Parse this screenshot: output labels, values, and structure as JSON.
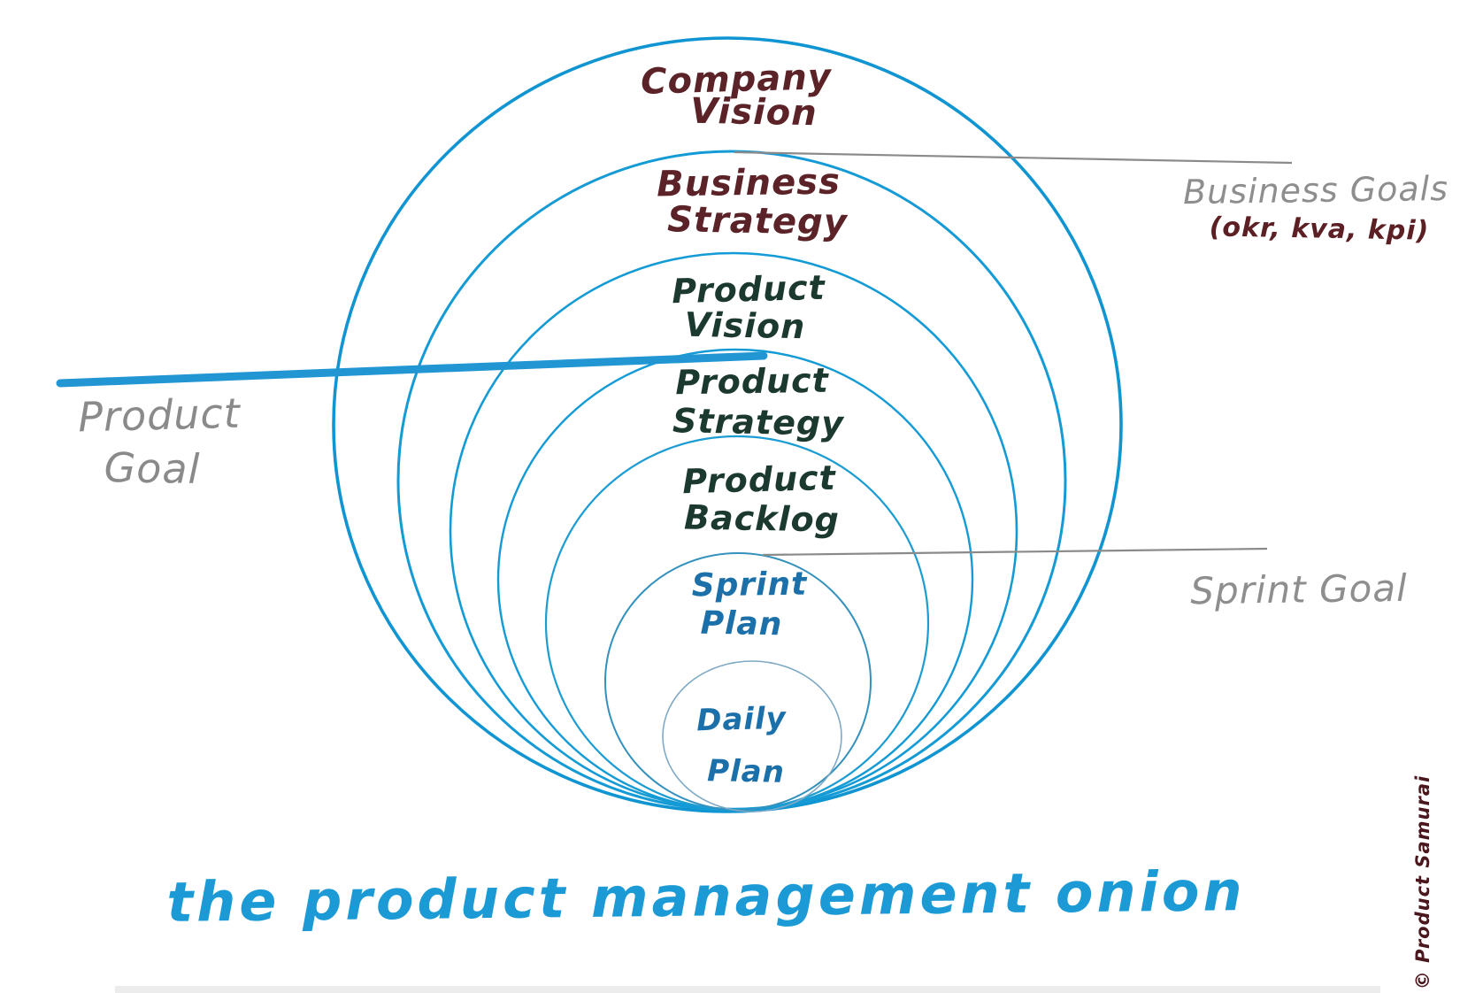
{
  "onion": {
    "rings": [
      {
        "name": "company-vision",
        "line1": "Company",
        "line2": "Vision",
        "text_color": "#5b2228"
      },
      {
        "name": "business-strategy",
        "line1": "Business",
        "line2": "Strategy",
        "text_color": "#5b2228"
      },
      {
        "name": "product-vision",
        "line1": "Product",
        "line2": "Vision",
        "text_color": "#1b392f"
      },
      {
        "name": "product-strategy",
        "line1": "Product",
        "line2": "Strategy",
        "text_color": "#1b392f"
      },
      {
        "name": "product-backlog",
        "line1": "Product",
        "line2": "Backlog",
        "text_color": "#1b392f"
      },
      {
        "name": "sprint-plan",
        "line1": "Sprint",
        "line2": "Plan",
        "text_color": "#1c70a9"
      },
      {
        "name": "daily-plan",
        "line1": "Daily",
        "line2": "Plan",
        "text_color": "#1c70a9"
      }
    ],
    "annotations": {
      "business_goals": {
        "label": "Business Goals",
        "sub": "(okr, kva, kpi)",
        "label_color": "#8e8e8e",
        "sub_color": "#5b1f24"
      },
      "product_goal": {
        "line1": "Product",
        "line2": "Goal",
        "color": "#8a8a8a",
        "pointer_color": "#2196d3"
      },
      "sprint_goal": {
        "label": "Sprint Goal",
        "color": "#8e8e8e",
        "pointer_color": "#8a8a8a"
      }
    },
    "title": "the product management onion",
    "title_color": "#1b9ad6",
    "signature": "© Product Samurai",
    "signature_color": "#4a171c",
    "colors": {
      "outer_circle_stroke": "#1095d2",
      "mid_circle_stroke": "#149bd6",
      "sprint_circle_stroke": "#3391bd",
      "daily_circle_stroke": "#7fa9c4",
      "background": "#ffffff"
    }
  }
}
